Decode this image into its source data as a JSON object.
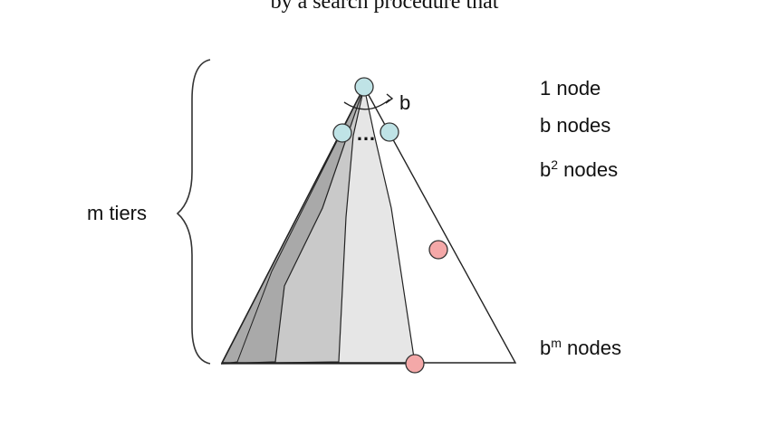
{
  "top_text": "by a search procedure that",
  "branch_label": "b",
  "ellipsis": "…",
  "tier_label": "m tiers",
  "levels": [
    {
      "base": "1 node",
      "sup": "",
      "suffix": ""
    },
    {
      "base": "b nodes",
      "sup": "",
      "suffix": ""
    },
    {
      "base": "b",
      "sup": "2",
      "suffix": " nodes"
    },
    {
      "base": "b",
      "sup": "m",
      "suffix": " nodes"
    }
  ],
  "colors": {
    "root_node": "#bfe3e6",
    "goal_node": "#f4a8a8",
    "explored_dark": "#a9a9a9",
    "explored_mid": "#c9c9c9",
    "explored_light": "#e6e6e6",
    "outline": "#222222"
  }
}
